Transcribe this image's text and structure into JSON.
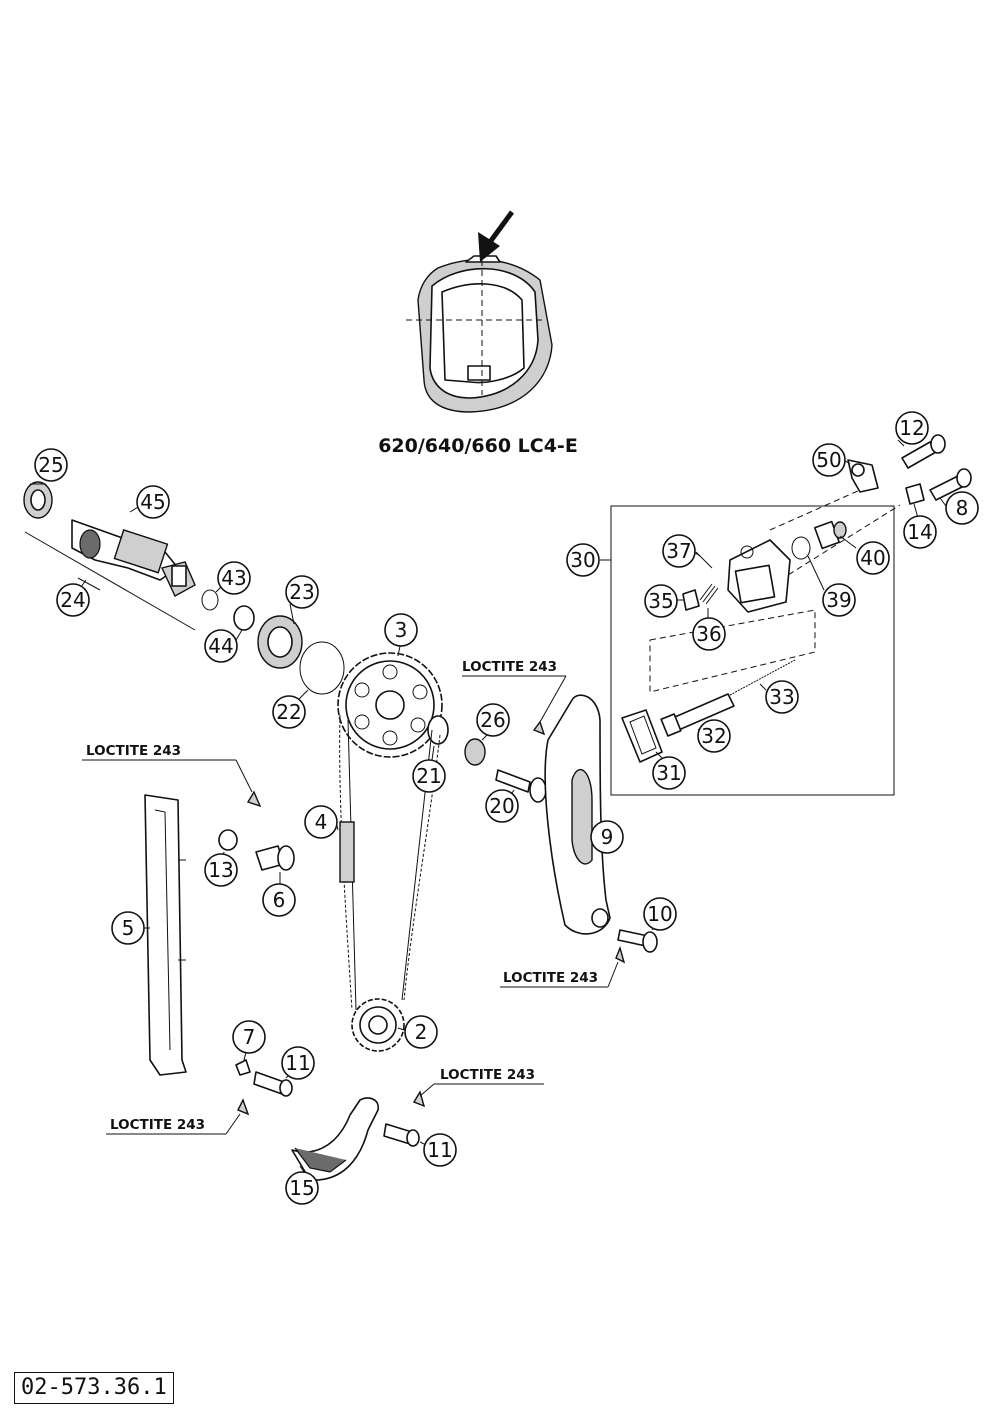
{
  "diagram": {
    "variant_caption": "620/640/660 LC4-E",
    "document_number": "02-573.36.1",
    "adhesive_label": "LOCTITE 243",
    "callouts": {
      "c25": "25",
      "c45": "45",
      "c24": "24",
      "c43": "43",
      "c44": "44",
      "c23": "23",
      "c22": "22",
      "c3": "3",
      "c21": "21",
      "c26": "26",
      "c20": "20",
      "c4": "4",
      "c13": "13",
      "c6": "6",
      "c5": "5",
      "c9": "9",
      "c10": "10",
      "c2": "2",
      "c7": "7",
      "c11a": "11",
      "c11b": "11",
      "c15": "15",
      "c12": "12",
      "c50": "50",
      "c8": "8",
      "c14": "14",
      "c30": "30",
      "c37": "37",
      "c40": "40",
      "c35": "35",
      "c39": "39",
      "c36": "36",
      "c33": "33",
      "c32": "32",
      "c31": "31"
    }
  }
}
